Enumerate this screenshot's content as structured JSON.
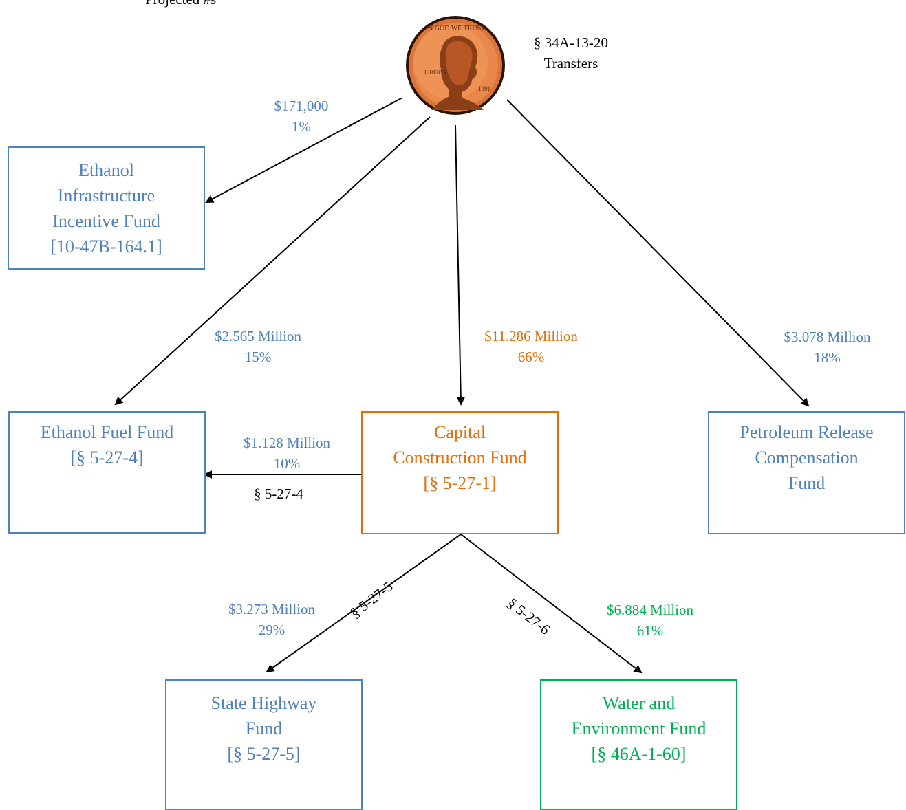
{
  "header_note": "**Projected #s",
  "source_label": {
    "line1": "§ 34A-13-20",
    "line2": "Transfers"
  },
  "coin": {
    "motto": "IN GOD WE TRUST",
    "liberty": "LIBERTY",
    "year": "1991"
  },
  "boxes": {
    "ethanol_infrastructure": {
      "lines": [
        "Ethanol",
        "Infrastructure",
        "Incentive Fund",
        "[10-47B-164.1]"
      ]
    },
    "ethanol_fuel": {
      "lines": [
        "Ethanol Fuel Fund",
        "[§ 5-27-4]"
      ]
    },
    "capital_construction": {
      "lines": [
        "Capital",
        "Construction Fund",
        "[§ 5-27-1]"
      ]
    },
    "petroleum_release": {
      "lines": [
        "Petroleum Release",
        "Compensation",
        "Fund"
      ]
    },
    "state_highway": {
      "lines": [
        "State Highway",
        "Fund",
        "[§ 5-27-5]"
      ]
    },
    "water_environment": {
      "lines": [
        "Water and",
        "Environment Fund",
        "[§ 46A-1-60]"
      ]
    }
  },
  "flows": {
    "to_ethanol_infrastructure": {
      "amount": "$171,000",
      "percent": "1%"
    },
    "to_ethanol_fuel": {
      "amount": "$2.565 Million",
      "percent": "15%"
    },
    "to_capital_construction": {
      "amount": "$11.286 Million",
      "percent": "66%"
    },
    "to_petroleum_release": {
      "amount": "$3.078 Million",
      "percent": "18%"
    },
    "capital_to_ethanol_fuel": {
      "amount": "$1.128 Million",
      "percent": "10%",
      "statute": "§ 5-27-4"
    },
    "capital_to_state_highway": {
      "amount": "$3.273 Million",
      "percent": "29%",
      "statute": "§ 5-27-5"
    },
    "capital_to_water_environment": {
      "amount": "$6.884 Million",
      "percent": "61%",
      "statute": "§ 5-27-6"
    }
  },
  "colors": {
    "blue": "#4f81bd",
    "orange": "#e46c0a",
    "green": "#00b050",
    "copper": "#c8652a"
  }
}
